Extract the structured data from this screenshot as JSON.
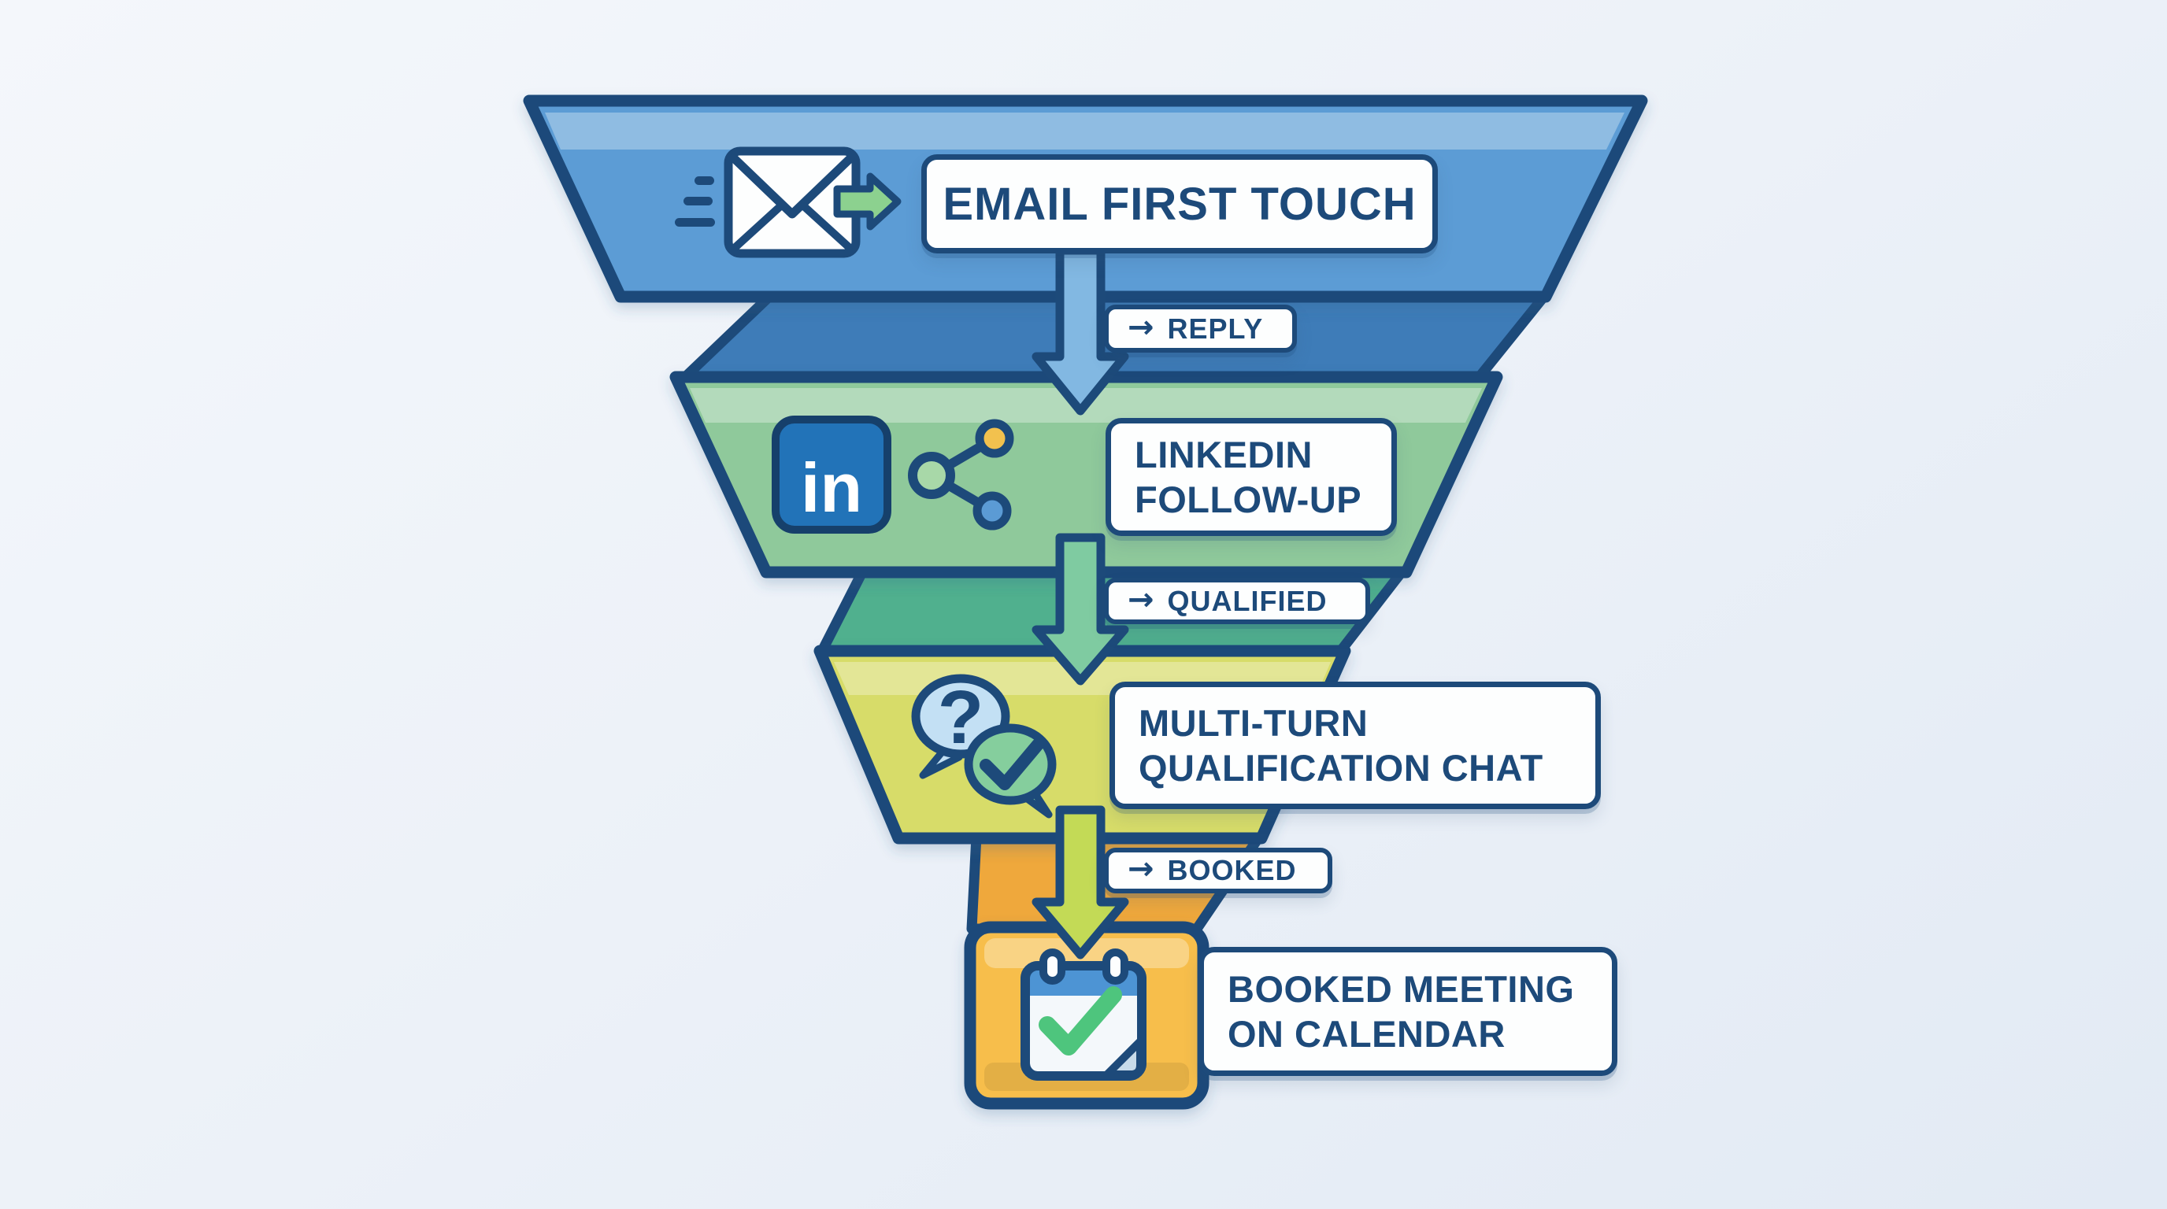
{
  "colors": {
    "background_start": "#F4F7FB",
    "background_end": "#E2EAF4",
    "outline_navy": "#1D4A7A",
    "text_navy": "#1D4A7A",
    "label_box_bg": "#FDFEFE",
    "stage_email_fill": "#5B9CD5",
    "stage_linkedin_fill": "#8FC99B",
    "stage_chat_fill": "#D7DC69",
    "stage_booked_fill": "#F7BE4B",
    "band_reply_fill": "#3E7CB8",
    "band_qualified_fill": "#50B08E",
    "band_booked_fill": "#EFA83C",
    "arrow_email_fill": "#82B8E2",
    "arrow_linkedin_fill": "#7FCBA1",
    "arrow_chat_fill": "#C3DA56",
    "envelope_white": "#FDFEFE",
    "send_arrow_green": "#8CD18F",
    "linkedin_blue": "#2273B8",
    "share_node_green": "#A8D8A8",
    "share_node_yellow": "#F2C14E",
    "share_node_blue": "#5B9BD5",
    "bubble_blue": "#C3E0F4",
    "bubble_green": "#85CE9D",
    "calendar_header_blue": "#4D94D4",
    "calendar_body_white": "#F4F8FB",
    "calendar_check_green": "#4EC57D",
    "calendar_fold_gray": "#C7DBEA"
  },
  "stages": [
    {
      "id": "email",
      "label": "EMAIL FIRST TOUCH"
    },
    {
      "id": "linkedin",
      "line1": "LINKEDIN",
      "line2": "FOLLOW-UP"
    },
    {
      "id": "chat",
      "line1": "MULTI-TURN",
      "line2": "QUALIFICATION CHAT"
    },
    {
      "id": "booked",
      "line1": "BOOKED MEETING",
      "line2": "ON CALENDAR"
    }
  ],
  "transitions": [
    {
      "arrow": "→",
      "label": "REPLY"
    },
    {
      "arrow": "→",
      "label": "QUALIFIED"
    },
    {
      "arrow": "→",
      "label": "BOOKED"
    }
  ],
  "icons": {
    "linkedin_glyph": "in",
    "question_mark": "?"
  }
}
